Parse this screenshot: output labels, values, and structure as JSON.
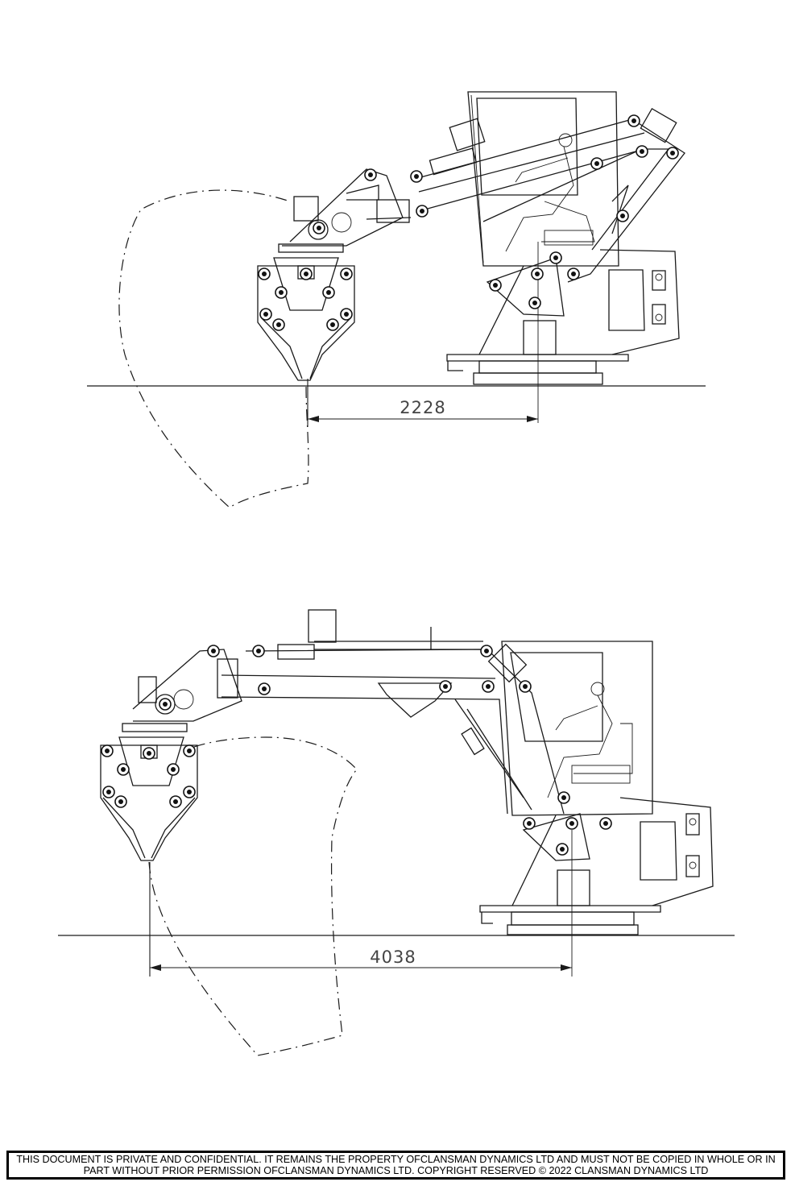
{
  "drawing": {
    "top_view": {
      "dimension_label": "2228"
    },
    "bottom_view": {
      "dimension_label": "4038"
    }
  },
  "footer": {
    "notice": "THIS DOCUMENT IS PRIVATE AND CONFIDENTIAL. IT REMAINS THE PROPERTY OFCLANSMAN DYNAMICS LTD AND MUST NOT BE COPIED IN WHOLE OR IN PART WITHOUT PRIOR PERMISSION OFCLANSMAN DYNAMICS LTD. COPYRIGHT RESERVED © 2022 CLANSMAN DYNAMICS LTD"
  }
}
